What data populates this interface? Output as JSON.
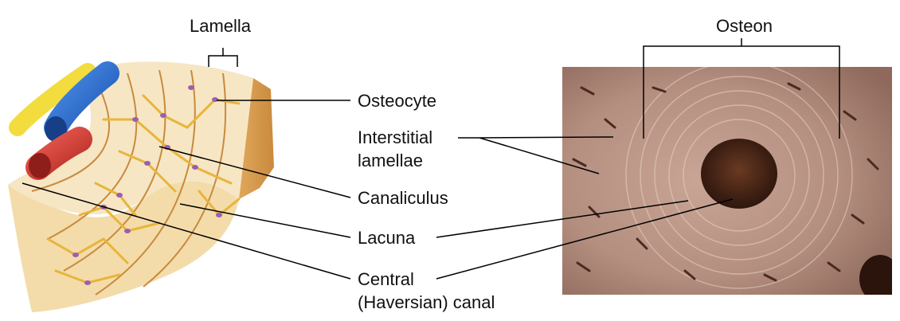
{
  "labels": {
    "lamella": "Lamella",
    "osteon": "Osteon",
    "osteocyte": "Osteocyte",
    "interstitial_line1": "Interstitial",
    "interstitial_line2": "lamellae",
    "canaliculus": "Canaliculus",
    "lacuna": "Lacuna",
    "central_line1": "Central",
    "central_line2": "(Haversian) canal"
  },
  "colors": {
    "bone_light": "#f6e6c4",
    "bone_mid": "#e9c98f",
    "bone_side": "#d99a4b",
    "canal_yellow": "#e8b53a",
    "osteocyte_purple": "#9a5fb0",
    "vessel_blue": "#2c6fd1",
    "vessel_red": "#d8423a",
    "vessel_yellow": "#f2dc3e",
    "micrograph_bg": "#b89486",
    "canal_dark": "#3b1e12"
  }
}
